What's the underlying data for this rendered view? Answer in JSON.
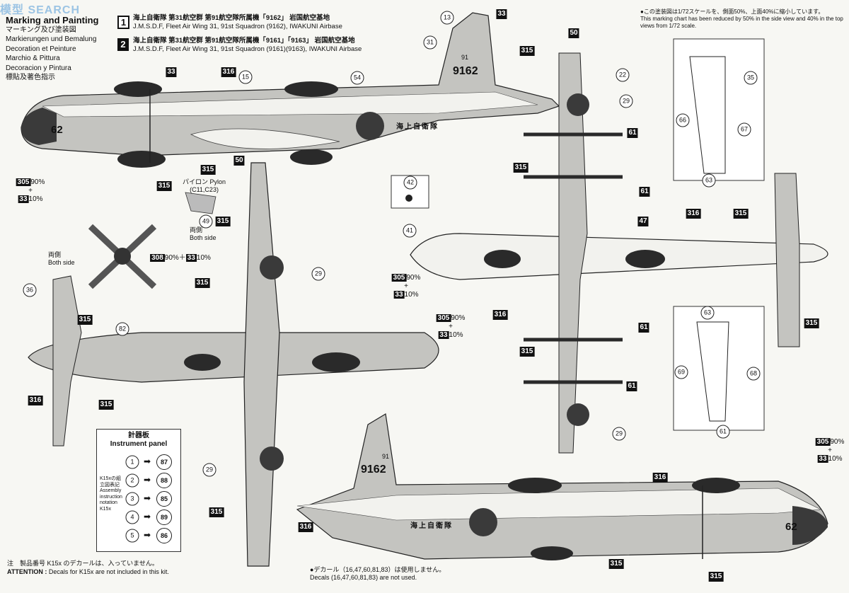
{
  "watermark": "模型 SEARCH",
  "header": {
    "title": "Marking and Painting",
    "languages": [
      "マーキング及び塗装図",
      "Markierungen und Bemalung",
      "Decoration et Peinture",
      "Marchio & Pittura",
      "Decoracion y Pintura",
      "標貼及著色指示"
    ]
  },
  "variants": [
    {
      "id": "1",
      "jp": "海上自衛隊 第31航空群 第91航空隊所属機「9162」 岩国航空基地",
      "en": "J.M.S.D.F, Fleet Air Wing 31, 91st Squadron (9162), IWAKUNI Airbase"
    },
    {
      "id": "2",
      "jp": "海上自衛隊 第31航空群 第91航空隊所属機「9161」「9163」 岩国航空基地",
      "en": "J.M.S.D.F, Fleet Air Wing 31, 91st Squadron (9161)(9163), IWAKUNI Airbase"
    }
  ],
  "scale_note": {
    "jp": "●この塗装図は1/72スケールを、側面50%、上面40%に縮小しています。",
    "en": "This marking chart has been reduced by 50% in the side view and 40% in the top views from 1/72 scale."
  },
  "aircraft_markings": {
    "nose_number": "62",
    "tail_number": "9162",
    "tail_small": "91",
    "fuselage_text": "海上自衛隊"
  },
  "mixes": [
    {
      "a": "305",
      "pa": "90%",
      "b": "33",
      "pb": "10%"
    },
    {
      "a": "308",
      "pa": "90%",
      "b": "33",
      "pb": "10%"
    }
  ],
  "pylon": {
    "jp": "パイロン",
    "en": "Pylon",
    "parts": "(C11,C23)",
    "both_jp": "両側",
    "both_en": "Both side",
    "callout": "49",
    "paint": "315"
  },
  "prop_label": {
    "jp": "両側",
    "en": "Both side"
  },
  "instrument_panel": {
    "title_jp": "計器板",
    "title_en": "Instrument panel",
    "note": "K15xの組立図表記 Assembly instruction notation K15x",
    "rows": [
      {
        "from": "1",
        "to": "87"
      },
      {
        "from": "2",
        "to": "88"
      },
      {
        "from": "3",
        "to": "85"
      },
      {
        "from": "4",
        "to": "89"
      },
      {
        "from": "5",
        "to": "86"
      }
    ]
  },
  "attention": {
    "label_jp": "注",
    "label_en": "ATTENTION :",
    "jp": "製品番号 K15x のデカールは、入っていません。",
    "en": "Decals for K15x are not included in this kit."
  },
  "decal_note": {
    "jp": "●デカール（16,47,60,81,83）は使用しません。",
    "en": "Decals (16,47,60,81,83) are not used."
  },
  "colors": {
    "fuselage_white": "#f2f2ee",
    "gull_gray": "#c4c4c0",
    "dark": "#2a2a2a",
    "radome": "#3a3a3a"
  }
}
